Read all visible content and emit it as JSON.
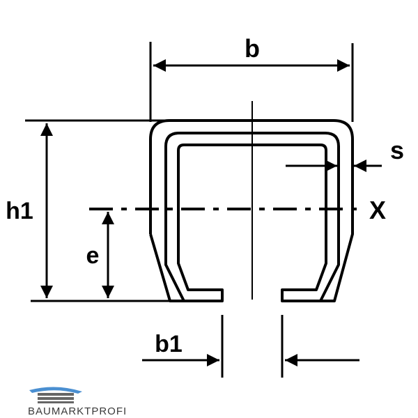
{
  "labels": {
    "width_b": "b",
    "height_h1": "h1",
    "thickness_s": "s",
    "axis_x": "X",
    "offset_e": "e",
    "opening_b1": "b1"
  },
  "logo": {
    "text": "BAUMARKTPROFI"
  },
  "colors": {
    "ink": "#000000",
    "background": "#ffffff",
    "logo_blue": "#4a8fd1",
    "logo_grey": "#666666"
  }
}
